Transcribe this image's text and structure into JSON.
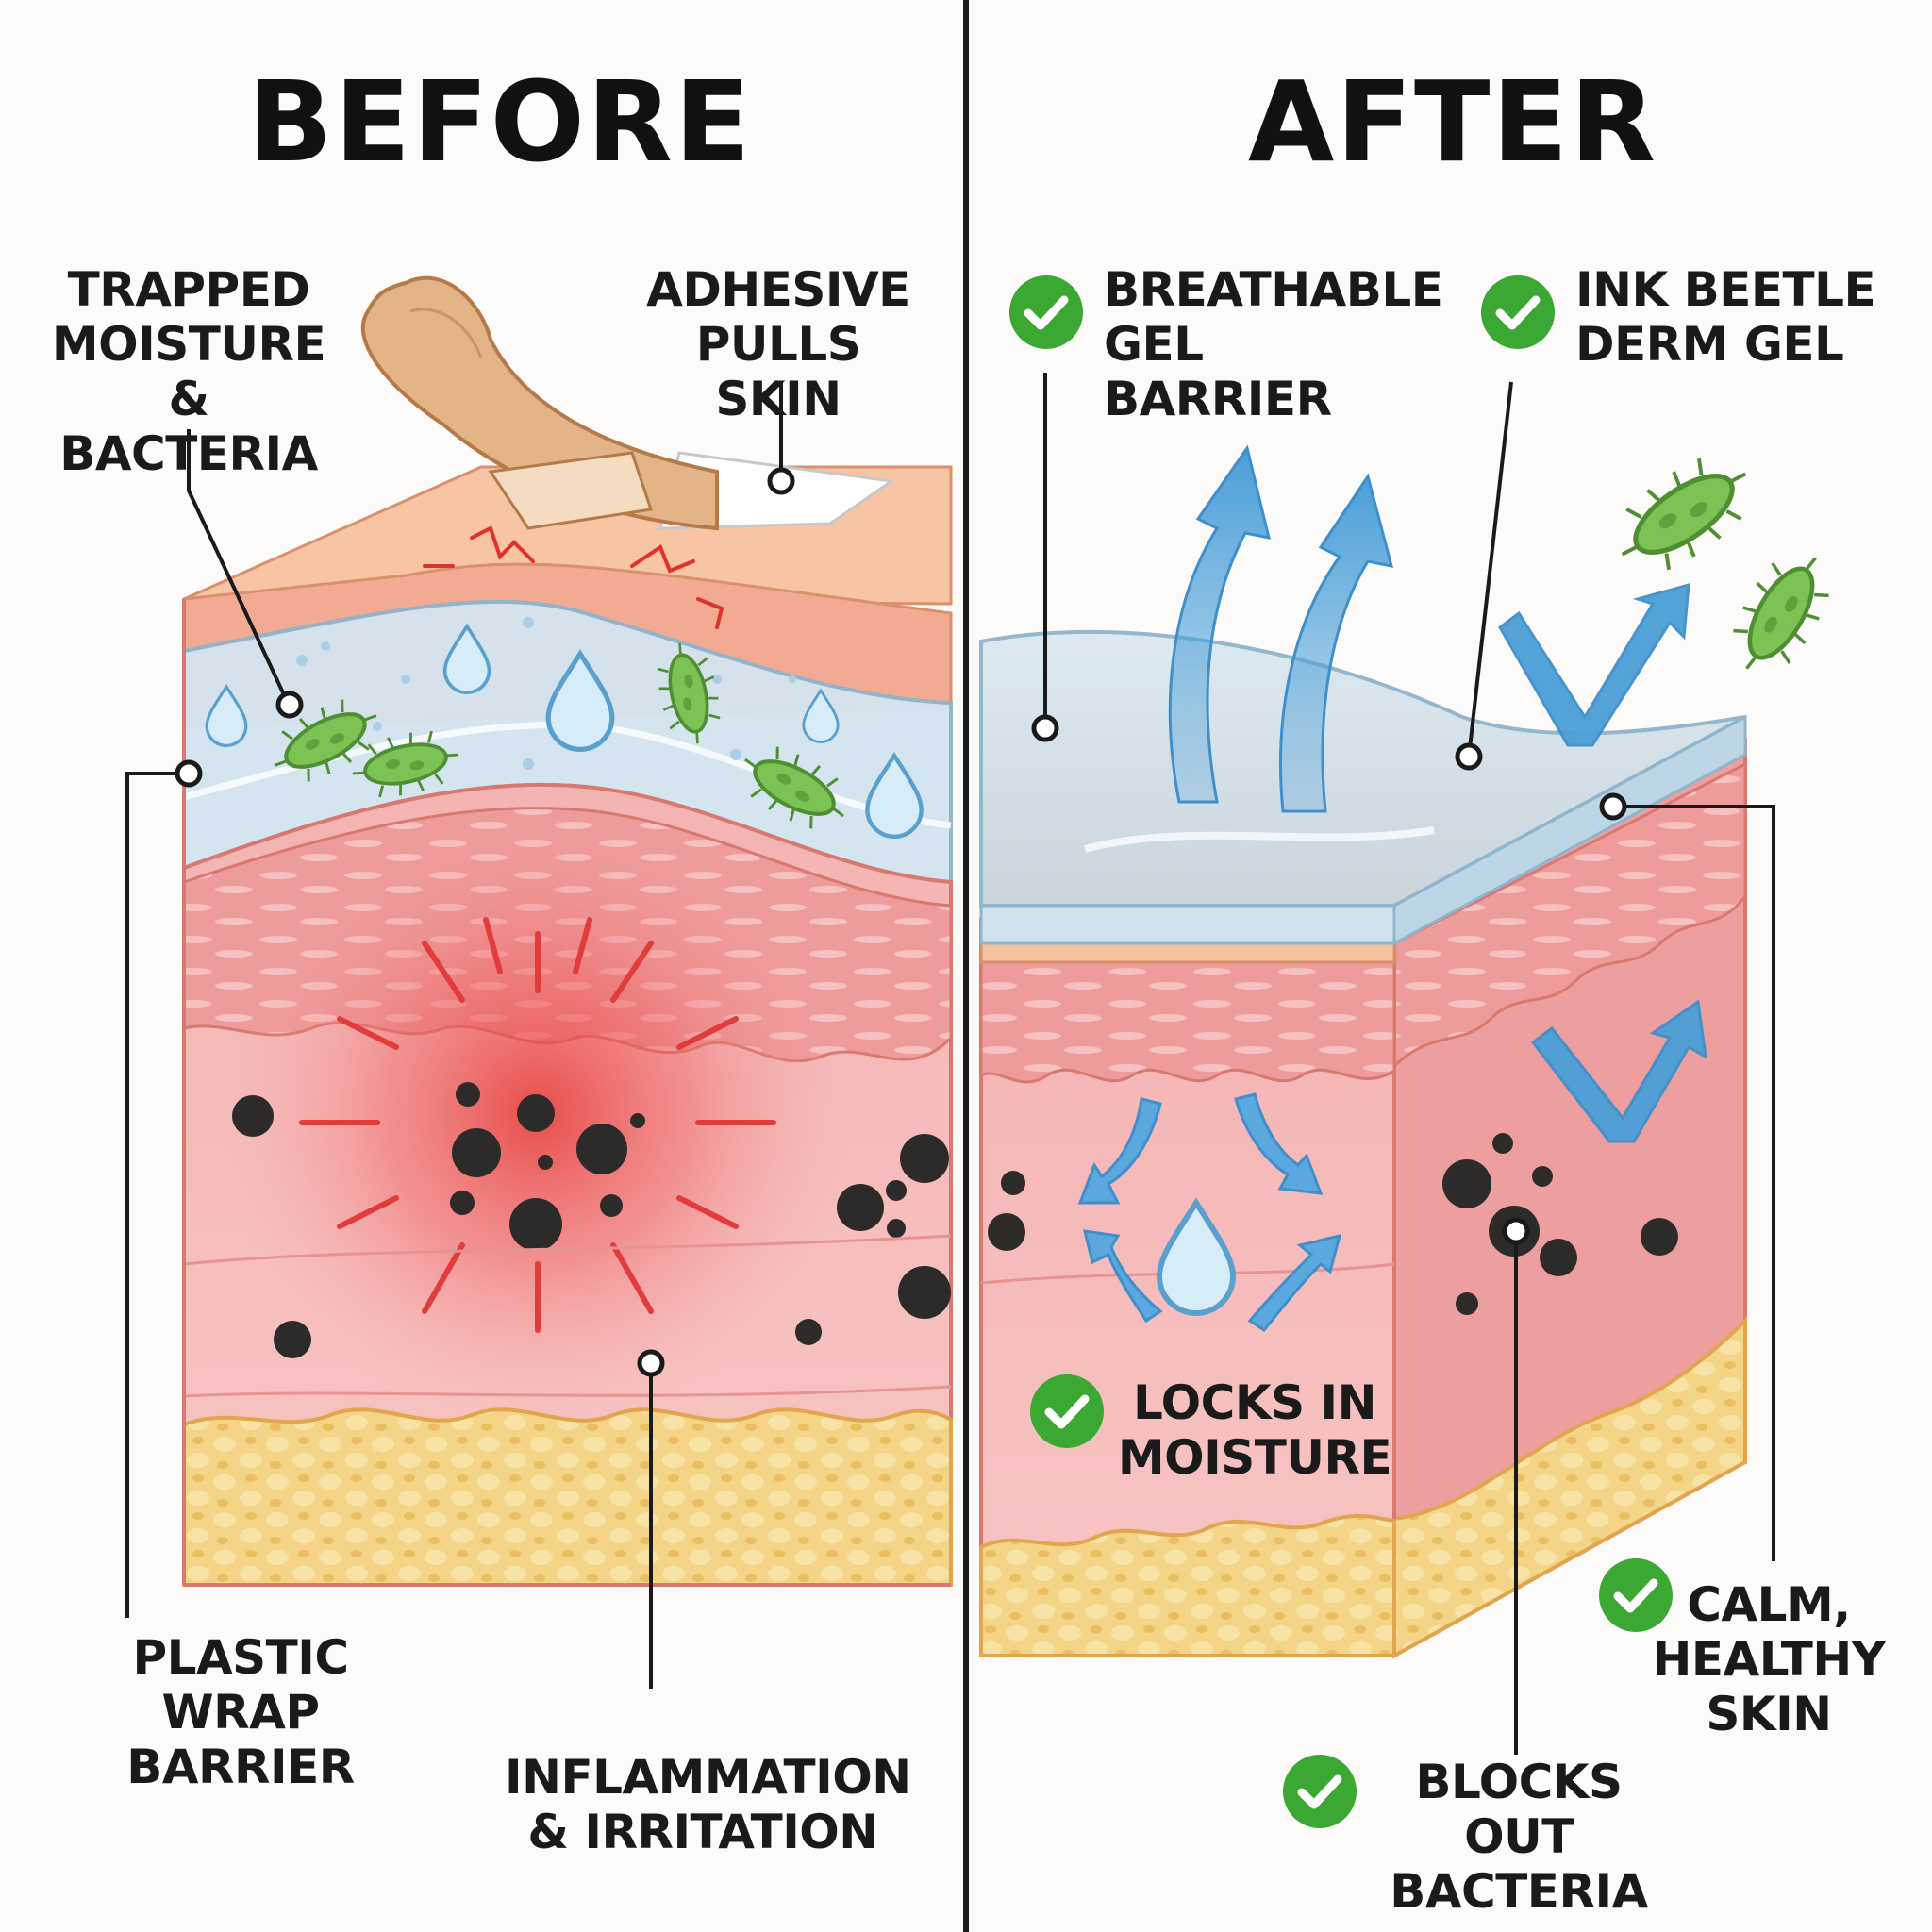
{
  "headings": {
    "before": "BEFORE",
    "after": "AFTER"
  },
  "before_labels": {
    "trapped": [
      "TRAPPED",
      "MOISTURE",
      "& BACTERIA"
    ],
    "adhesive": [
      "ADHESIVE",
      "PULLS SKIN"
    ],
    "plastic": [
      "PLASTIC WRAP",
      "BARRIER"
    ],
    "inflammation": [
      "INFLAMMATION",
      "& IRRITATION"
    ]
  },
  "after_labels": {
    "breathable": [
      "BREATHABLE",
      "GEL BARRIER"
    ],
    "ink_beetle": [
      "INK BEETLE",
      "DERM GEL"
    ],
    "locks": [
      "LOCKS IN",
      "MOISTURE"
    ],
    "calm": [
      "CALM,",
      "HEALTHY",
      "SKIN"
    ],
    "blocks": [
      "BLOCKS OUT",
      "BACTERIA"
    ]
  },
  "colors": {
    "check_green": "#3aa832",
    "arrow_blue": "#4a9fd8",
    "inflammation_red": "#e03a3a",
    "skin_pink": "#f2a9a9",
    "fat_yellow": "#f4cf73",
    "bandage_tan": "#e3b487",
    "bacteria_green": "#7cc254"
  },
  "icons": [
    "check-icon",
    "bacteria-icon",
    "water-drop-icon",
    "bandage-icon",
    "arrow-icon"
  ]
}
